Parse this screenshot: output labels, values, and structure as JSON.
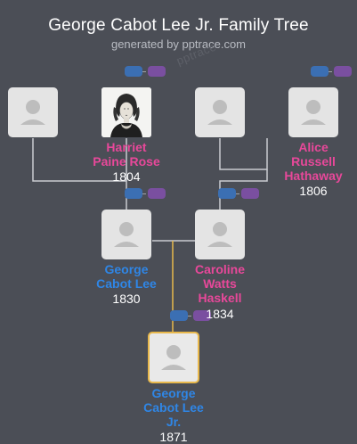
{
  "header": {
    "title": "George Cabot Lee Jr. Family Tree",
    "subtitle": "generated by pptrace.com",
    "watermark": "pptrace"
  },
  "colors": {
    "background": "#4b4e56",
    "female_name": "#e8489a",
    "male_name": "#2f86e6",
    "line": "#c9cbd0",
    "highlight_line": "#e8b84c",
    "tab_blue": "#3b6fb3",
    "tab_purple": "#7a4fa0"
  },
  "people": {
    "unknown_1": {
      "name": "",
      "year": ""
    },
    "harriet": {
      "name_lines": [
        "Harriet",
        "Paine Rose"
      ],
      "year": "1804",
      "has_portrait": true
    },
    "unknown_2": {
      "name": "",
      "year": ""
    },
    "alice": {
      "name_lines": [
        "Alice",
        "Russell",
        "Hathaway"
      ],
      "year": "1806"
    },
    "george_sr": {
      "name_lines": [
        "George",
        "Cabot Lee"
      ],
      "year": "1830"
    },
    "caroline": {
      "name_lines": [
        "Caroline",
        "Watts",
        "Haskell"
      ],
      "year": "1834"
    },
    "george_jr": {
      "name_lines": [
        "George",
        "Cabot Lee",
        "Jr."
      ],
      "year": "1871",
      "selected": true
    }
  }
}
